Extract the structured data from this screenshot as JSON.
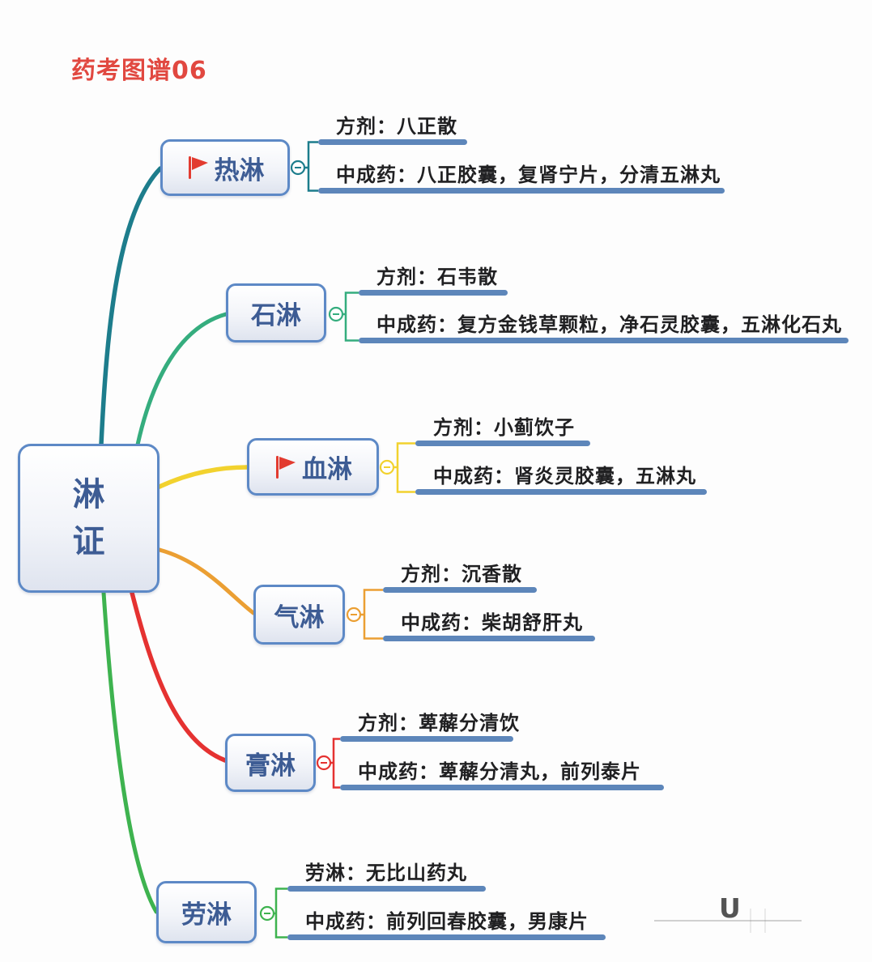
{
  "title": "药考图谱06",
  "root": {
    "lines": [
      "淋",
      "证"
    ]
  },
  "colors": {
    "node_border": "#5d89c6",
    "node_text": "#3d5c94",
    "bar": "#5d86ba",
    "flag": "#e23b30",
    "title": "#e14840",
    "child_text": "#202022",
    "circle_fill": "#ffffff"
  },
  "icons": {
    "flag": "flag-icon",
    "collapse": "minus-icon"
  },
  "branches": [
    {
      "label": "热淋",
      "flag": true,
      "color": "#1d7d8c",
      "children": [
        {
          "label": "方剂：八正散"
        },
        {
          "label": "中成药：八正胶囊，复肾宁片，分清五淋丸"
        }
      ]
    },
    {
      "label": "石淋",
      "flag": false,
      "color": "#35ad7e",
      "children": [
        {
          "label": "方剂：石韦散"
        },
        {
          "label": "中成药：复方金钱草颗粒，净石灵胶囊，五淋化石丸"
        }
      ]
    },
    {
      "label": "血淋",
      "flag": true,
      "color": "#f2d22e",
      "children": [
        {
          "label": "方剂：小蓟饮子"
        },
        {
          "label": "中成药：肾炎灵胶囊，五淋丸"
        }
      ]
    },
    {
      "label": "气淋",
      "flag": false,
      "color": "#eb9f33",
      "children": [
        {
          "label": "方剂：沉香散"
        },
        {
          "label": "中成药：柴胡舒肝丸"
        }
      ]
    },
    {
      "label": "膏淋",
      "flag": false,
      "color": "#e53231",
      "children": [
        {
          "label": "方剂：萆薢分清饮"
        },
        {
          "label": "中成药：萆薢分清丸，前列泰片"
        }
      ]
    },
    {
      "label": "劳淋",
      "flag": false,
      "color": "#3eb34f",
      "children": [
        {
          "label": "劳淋：无比山药丸"
        },
        {
          "label": "中成药：前列回春胶囊，男康片"
        }
      ]
    }
  ],
  "watermark": {
    "glyph": "U"
  }
}
